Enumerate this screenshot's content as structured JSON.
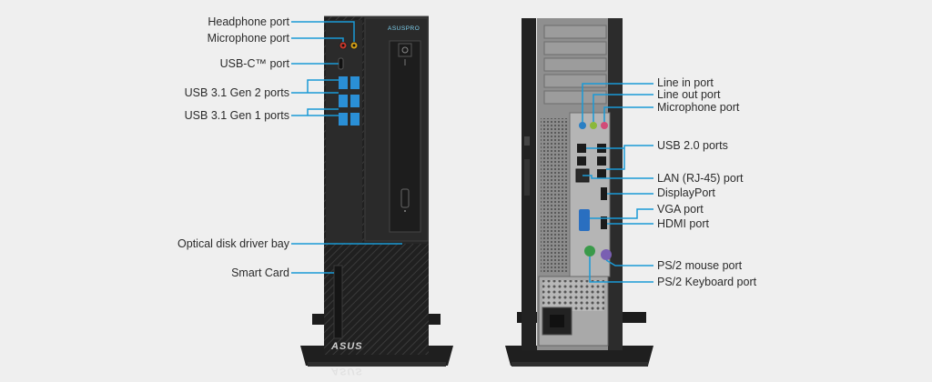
{
  "front_labels": {
    "headphone": "Headphone port",
    "microphone": "Microphone port",
    "usbc": "USB-C™ port",
    "usb_gen2": "USB 3.1 Gen 2 ports",
    "usb_gen1": "USB 3.1 Gen 1 ports",
    "optical": "Optical disk driver bay",
    "smart_card": "Smart Card"
  },
  "rear_labels": {
    "line_in": "Line in port",
    "line_out": "Line out port",
    "microphone": "Microphone port",
    "usb2": "USB 2.0 ports",
    "lan": "LAN (RJ-45) port",
    "displayport": "DisplayPort",
    "vga": "VGA port",
    "hdmi": "HDMI port",
    "ps2_mouse": "PS/2 mouse port",
    "ps2_keyboard": "PS/2 Keyboard port"
  },
  "brand_text": "ASUSPRO",
  "logo_text": "ASUS",
  "colors": {
    "callout": "#1a9ad6",
    "chassis": "#262626",
    "background": "#efefef",
    "usb3": "#2a8fd6"
  }
}
